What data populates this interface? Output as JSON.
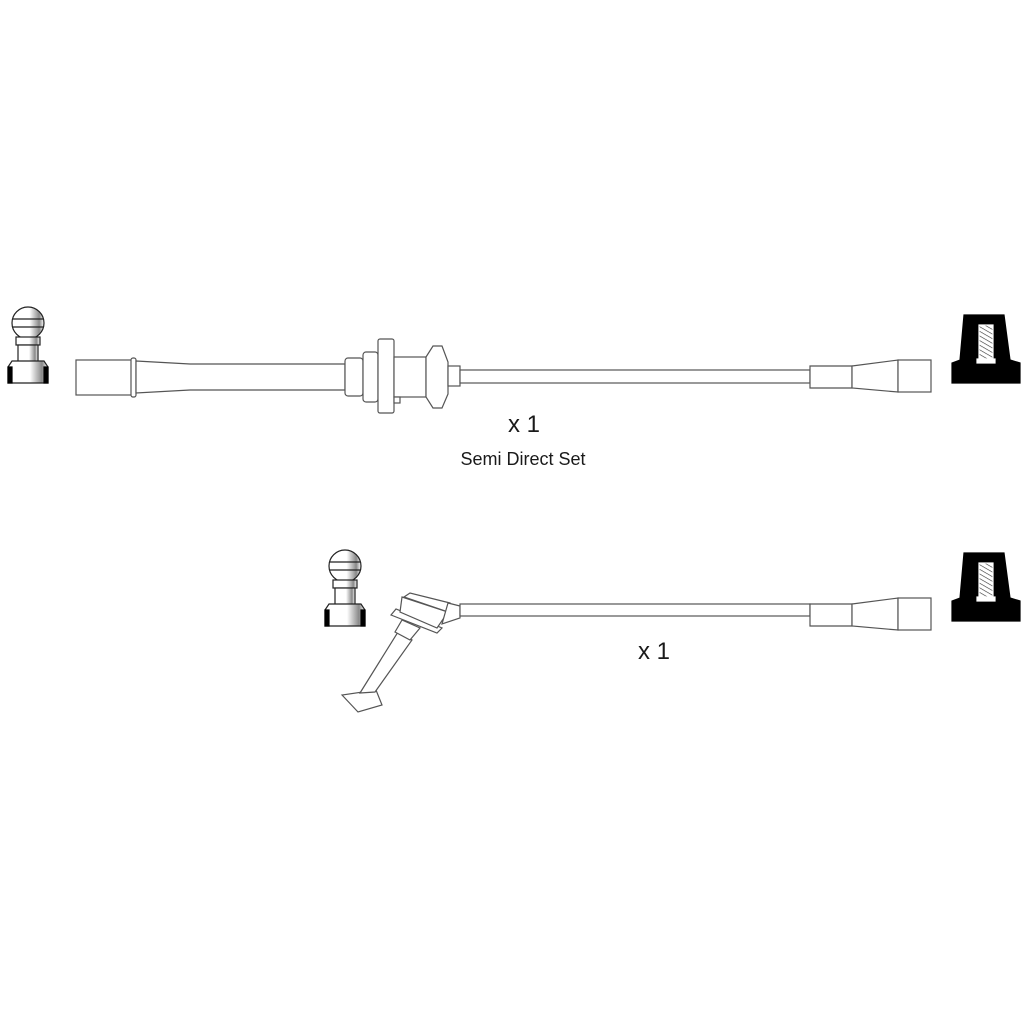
{
  "sets": [
    {
      "quantity": "x 1",
      "caption": "Semi Direct Set"
    },
    {
      "quantity": "x 1"
    }
  ],
  "colors": {
    "line": "#555555",
    "fill": "#ffffff",
    "dark": "#000000"
  }
}
